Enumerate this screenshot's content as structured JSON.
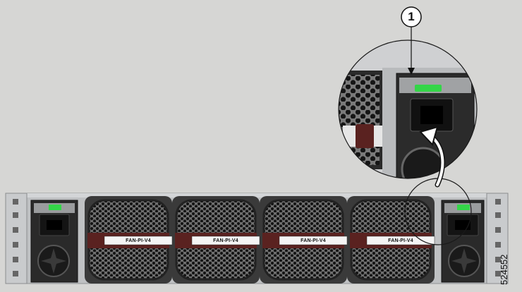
{
  "callout": {
    "number": "1"
  },
  "fan_modules": [
    {
      "label": "FAN-PI-V4"
    },
    {
      "label": "FAN-PI-V4"
    },
    {
      "label": "FAN-PI-V4"
    },
    {
      "label": "FAN-PI-V4"
    }
  ],
  "figure_id": "524552",
  "colors": {
    "background": "#d6d6d4",
    "chassis": "#bfc1c3",
    "rack_ear": "#c9cbcd",
    "module_dark": "#1e1e1e",
    "latch_green": "#34d648",
    "handle_maroon": "#5a2220",
    "callout_line": "#1a1a1a"
  }
}
